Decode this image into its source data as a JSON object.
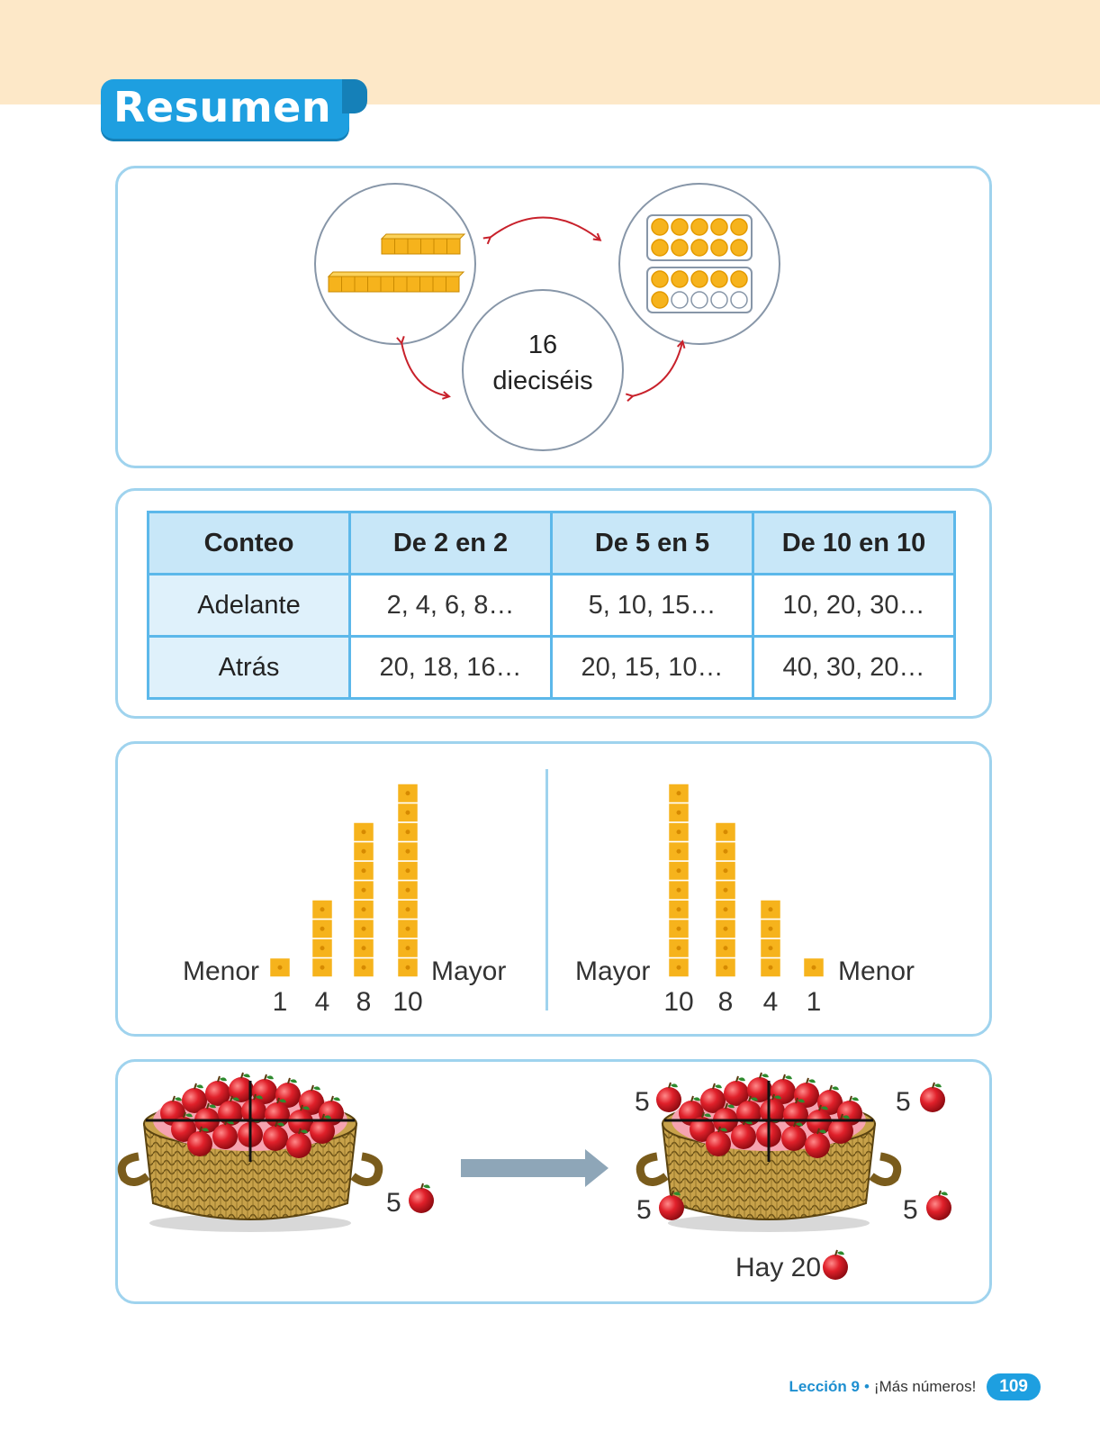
{
  "header": {
    "title": "Resumen"
  },
  "number_panel": {
    "number": "16",
    "word": "dieciséis",
    "tens_blocks": 10,
    "ones_blocks": 6,
    "ten_frame_filled": 16,
    "ten_frame_total": 20
  },
  "count_table": {
    "headers": [
      "Conteo",
      "De 2 en 2",
      "De 5 en 5",
      "De 10 en 10"
    ],
    "rows": [
      {
        "label": "Adelante",
        "values": [
          "2, 4, 6, 8…",
          "5, 10, 15…",
          "10, 20, 30…"
        ]
      },
      {
        "label": "Atrás",
        "values": [
          "20, 18, 16…",
          "20, 15, 10…",
          "40, 30, 20…"
        ]
      }
    ]
  },
  "order_panel": {
    "ascending": {
      "start_label": "Menor",
      "end_label": "Mayor",
      "values": [
        "1",
        "4",
        "8",
        "10"
      ]
    },
    "descending": {
      "start_label": "Mayor",
      "end_label": "Menor",
      "values": [
        "10",
        "8",
        "4",
        "1"
      ]
    }
  },
  "apples_panel": {
    "group_count": "5",
    "total_text": "Hay 20"
  },
  "footer": {
    "lesson": "Lección 9",
    "separator": "•",
    "lesson_title": "¡Más números!",
    "page_number": "109"
  }
}
